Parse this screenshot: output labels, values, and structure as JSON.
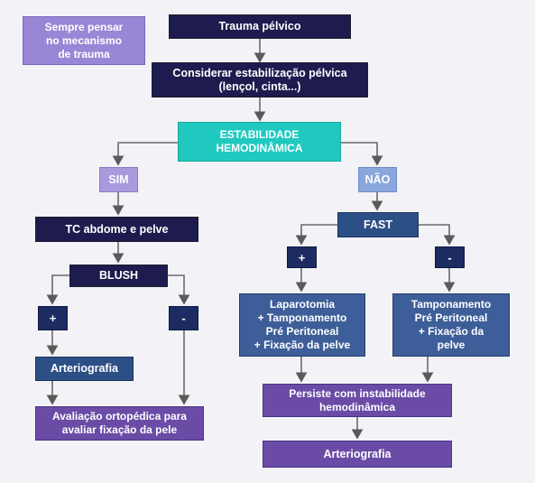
{
  "note": "Sempre pensar\nno mecanismo\nde trauma",
  "nodes": {
    "trauma": "Trauma pélvico",
    "estabilizacao": "Considerar estabilização pélvica\n(lençol, cinta...)",
    "estabilidade": "ESTABILIDADE\nHEMODINÂMICA",
    "sim": "SIM",
    "nao": "NÃO",
    "tc": "TC abdome e pelve",
    "blush": "BLUSH",
    "blush_pos": "+",
    "blush_neg": "-",
    "arteriografia_left": "Arteriografia",
    "avaliacao": "Avaliação ortopédica para\navaliar fixação da pele",
    "fast": "FAST",
    "fast_pos": "+",
    "fast_neg": "-",
    "laparotomia": "Laparotomia\n+ Tamponamento\nPré Peritoneal\n+ Fixação da pelve",
    "tamponamento": "Tamponamento\nPré Peritoneal\n+ Fixação da\npelve",
    "persiste": "Persiste com instabilidade\nhemodinâmica",
    "arteriografia_right": "Arteriografia"
  }
}
